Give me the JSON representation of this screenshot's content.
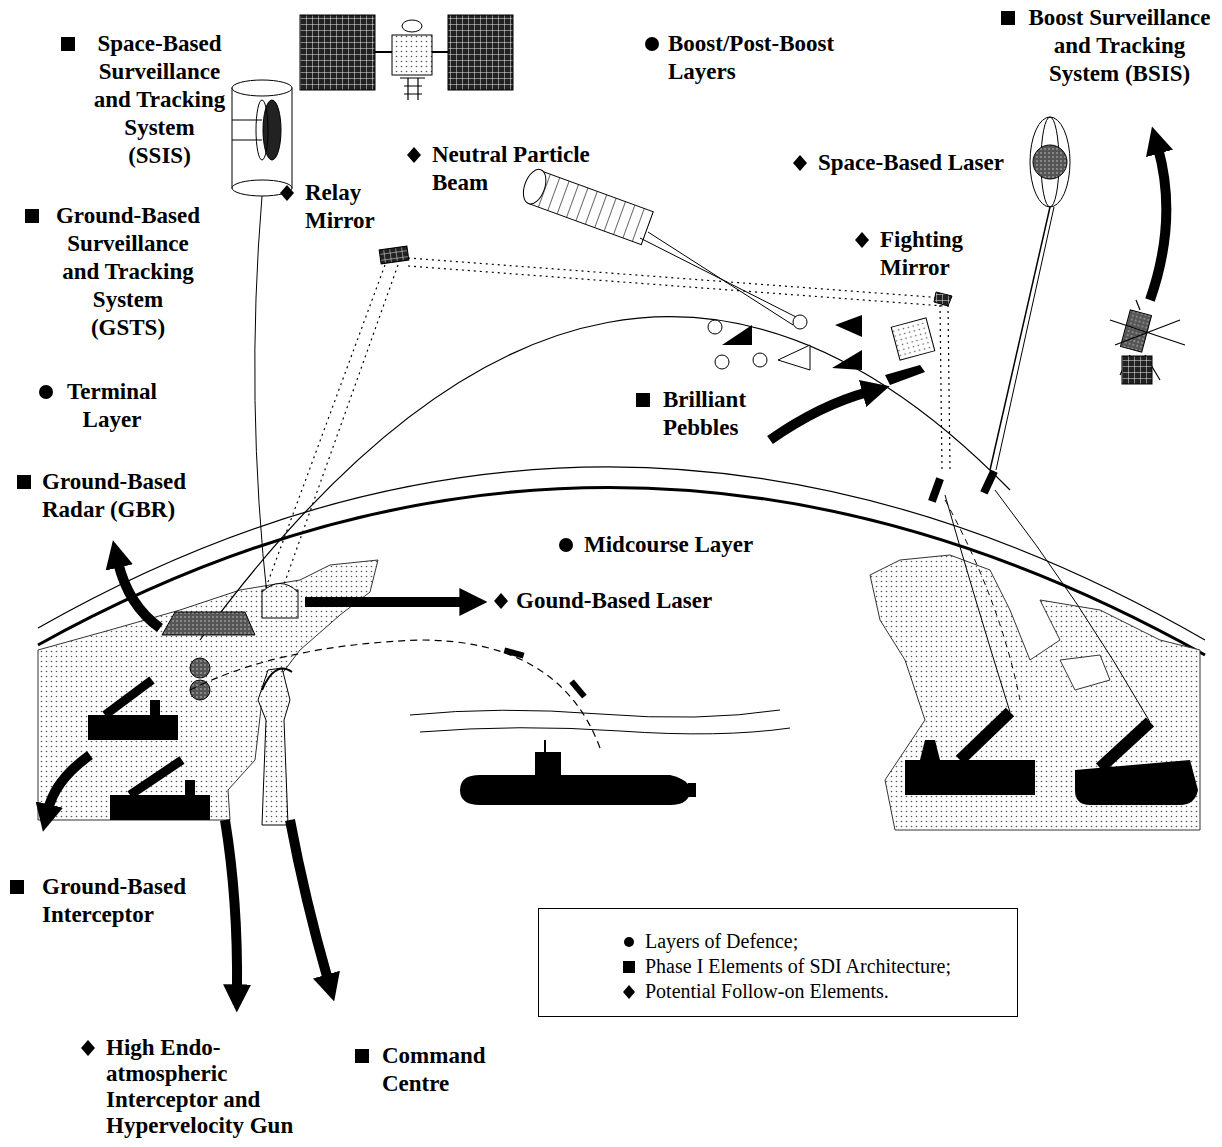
{
  "diagram": {
    "labels": [
      "Space-Based Surveillance and Tracking System (SSIS)",
      "Boost/Post-Boost Layers",
      "Boost Surveillance and Tracking System (BSIS)",
      "Neutral Particle Beam",
      "Space-Based Laser",
      "Ground-Based Surveillance and Tracking System (GSTS)",
      "Relay Mirror",
      "Fighting Mirror",
      "Terminal Layer",
      "Brilliant Pebbles",
      "Ground-Based Radar (GBR)",
      "Midcourse Layer",
      "Gound-Based Laser",
      "Ground-Based Interceptor",
      "High Endo-atmospheric Interceptor and Hypervelocity Gun",
      "Command Centre"
    ],
    "legend": [
      {
        "text": "Layers of Defence;"
      },
      {
        "text": "Phase I Elements of SDI Architecture;"
      },
      {
        "text": "Potential Follow-on Elements."
      }
    ]
  }
}
